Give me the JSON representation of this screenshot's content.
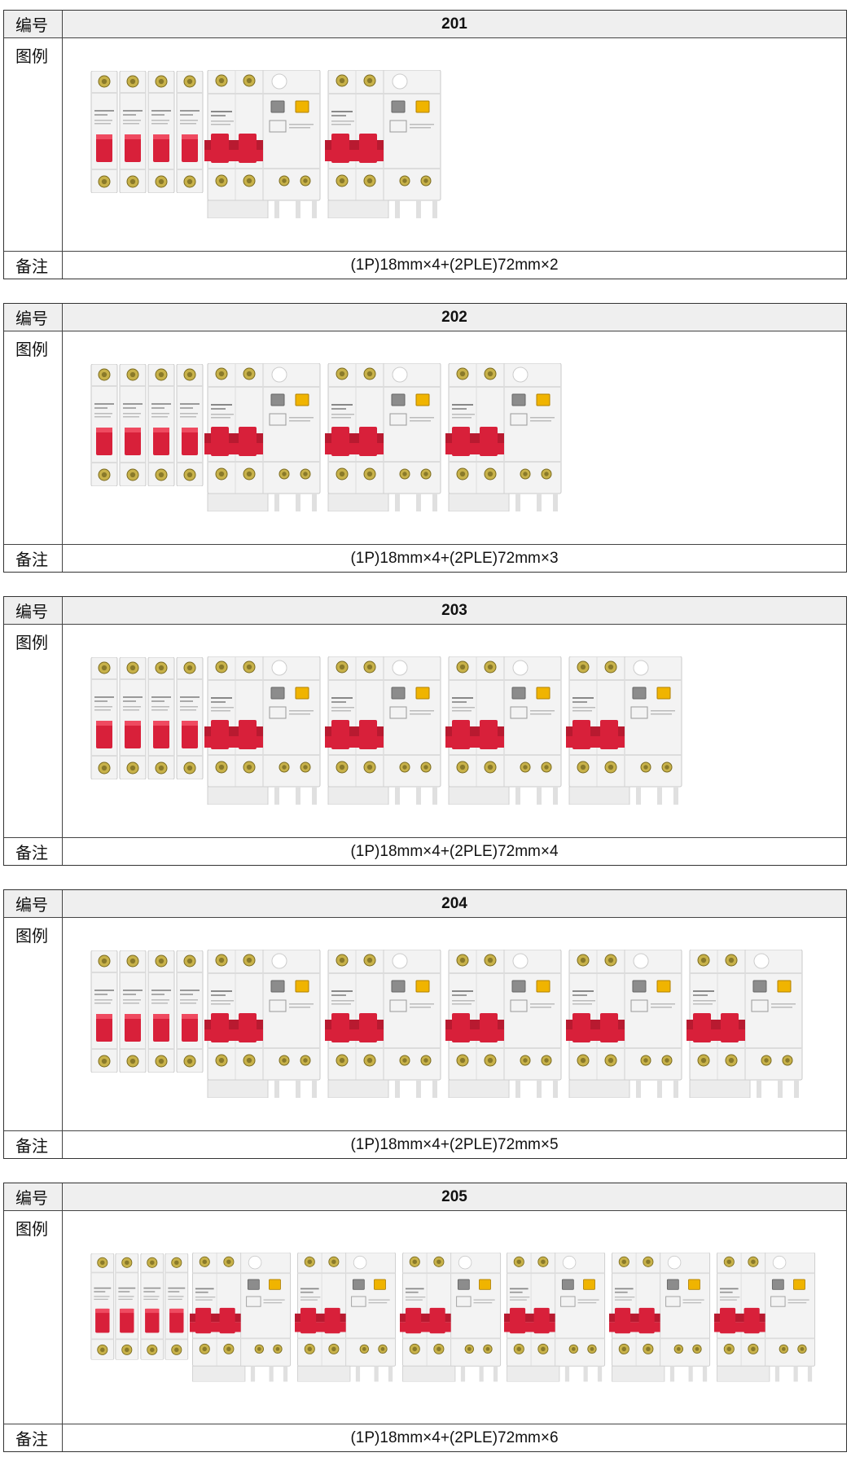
{
  "labels": {
    "number": "编号",
    "figure": "图例",
    "note": "备注"
  },
  "tables": [
    {
      "id": "201",
      "note": "(1P)18mm×4+(2PLE)72mm×2",
      "single_pole_count": 4,
      "rcbo_count": 2
    },
    {
      "id": "202",
      "note": "(1P)18mm×4+(2PLE)72mm×3",
      "single_pole_count": 4,
      "rcbo_count": 3
    },
    {
      "id": "203",
      "note": "(1P)18mm×4+(2PLE)72mm×4",
      "single_pole_count": 4,
      "rcbo_count": 4
    },
    {
      "id": "204",
      "note": "(1P)18mm×4+(2PLE)72mm×5",
      "single_pole_count": 4,
      "rcbo_count": 5
    },
    {
      "id": "205",
      "note": "(1P)18mm×4+(2PLE)72mm×6",
      "single_pole_count": 4,
      "rcbo_count": 6
    }
  ],
  "colors": {
    "handle": "#d8203a",
    "test_button": "#f0b400",
    "device_body": "#f3f3f3"
  }
}
